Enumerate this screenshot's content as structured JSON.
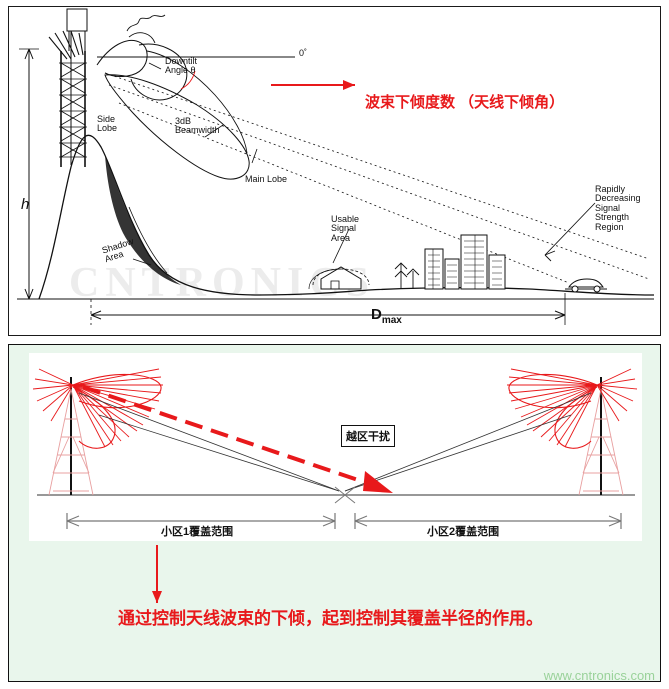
{
  "top_panel": {
    "name": "antenna-downtilt-coverage-diagram",
    "labels": {
      "zero_degree": "0˚",
      "downtilt_angle": "Downtilt\nAngle θ",
      "side_lobe": "Side\nLobe",
      "three_db_beamwidth": "3dB\nBeamwidth",
      "main_lobe": "Main Lobe",
      "usable_signal_area": "Usable\nSignal\nArea",
      "shadow_area": "Shadow\nArea",
      "rapidly_decreasing": "Rapidly\nDecreasing\nSignal\nStrength\nRegion",
      "height": "h",
      "dmax": "D",
      "dmax_sub": "max"
    },
    "annotation_cn": "波束下倾度数 （天线下倾角）",
    "annotation_color": "#e8191b",
    "watermark": "CNTRONICS"
  },
  "bottom_panel": {
    "name": "cell-overlap-interference-diagram",
    "labels": {
      "interference": "越区干扰",
      "cell1_coverage": "小区1覆盖范围",
      "cell2_coverage": "小区2覆盖范围"
    },
    "caption": "通过控制天线波束的下倾，起到控制其覆盖半径的作用。",
    "caption_color": "#e8191b",
    "background_color": "#e9f6ec",
    "beam_color": "#e8191b",
    "site_watermark": "www.cntronics.com"
  }
}
